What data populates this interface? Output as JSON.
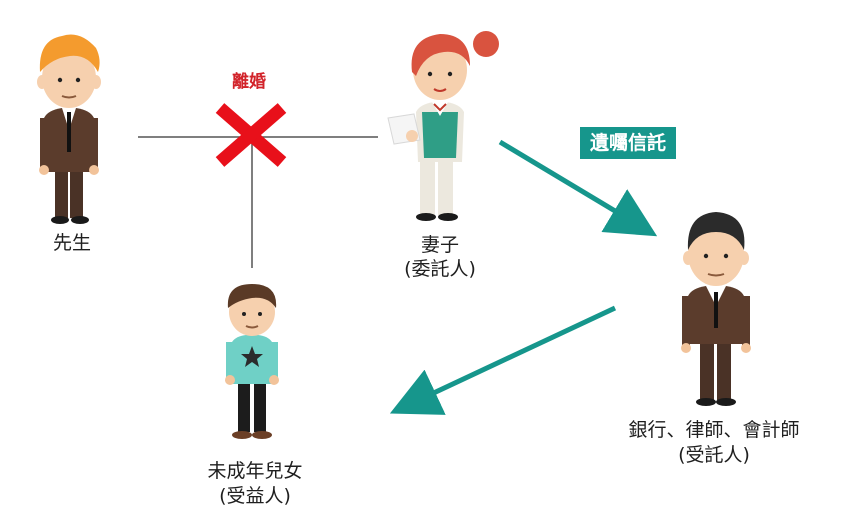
{
  "people": {
    "husband": {
      "label": "先生"
    },
    "wife": {
      "label": "妻子",
      "role": "(委託人)"
    },
    "trustee": {
      "label": "銀行、律師、會計師",
      "role": "(受託人)"
    },
    "child": {
      "label": "未成年兒女",
      "role": "(受益人)"
    }
  },
  "relations": {
    "divorce_label": "離婚",
    "trust_label": "遺囑信託"
  },
  "colors": {
    "teal": "#16968c",
    "divorce_red": "#e8101a",
    "line_gray": "#555555"
  }
}
